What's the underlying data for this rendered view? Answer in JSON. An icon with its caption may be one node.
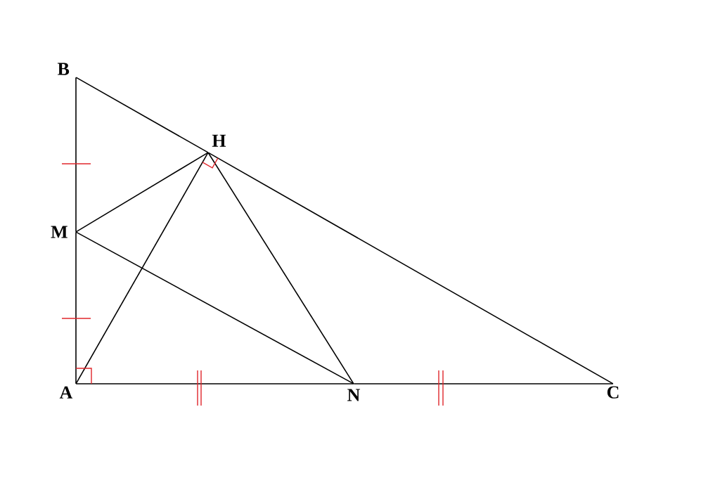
{
  "diagram": {
    "nodes": [
      {
        "text": [
          "B"
        ]
      },
      {
        "text": [
          "H"
        ]
      },
      {
        "text": [
          "M"
        ]
      },
      {
        "text": [
          "A"
        ]
      },
      {
        "text": [
          "N"
        ]
      },
      {
        "text": [
          "C"
        ]
      }
    ],
    "edges": [
      {
        "from": 0,
        "to": 2,
        "arrow": "none"
      },
      {
        "from": 2,
        "to": 3,
        "arrow": "none"
      },
      {
        "from": 0,
        "to": 1,
        "arrow": "none"
      },
      {
        "from": 1,
        "to": 5,
        "arrow": "none"
      },
      {
        "from": 3,
        "to": 4,
        "arrow": "none"
      },
      {
        "from": 4,
        "to": 5,
        "arrow": "none"
      },
      {
        "from": 2,
        "to": 1,
        "arrow": "none"
      },
      {
        "from": 2,
        "to": 4,
        "arrow": "none"
      },
      {
        "from": 3,
        "to": 1,
        "arrow": "none"
      },
      {
        "from": 1,
        "to": 4,
        "arrow": "none"
      }
    ]
  }
}
